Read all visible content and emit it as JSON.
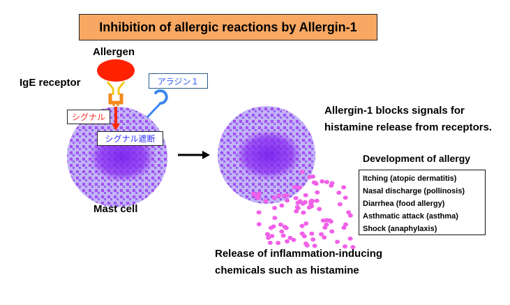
{
  "title": "Inhibition of allergic reactions by Allergin-1",
  "labels": {
    "allergen": "Allergen",
    "ige_receptor": "IgE receptor",
    "allergin_jp": "アラジン１",
    "signal_jp": "シグナル",
    "signal_block_jp": "シグナル遮断",
    "mast_cell": "Mast cell",
    "blocks_line1": "Allergin-1 blocks signals for",
    "blocks_line2": "histamine release from receptors.",
    "development": "Development of allergy",
    "release_line1": "Release of inflammation-inducing",
    "release_line2": "chemicals such as histamine"
  },
  "symptoms": [
    "Itching (atopic dermatitis)",
    "Nasal discharge (pollinosis)",
    "Diarrhea (food allergy)",
    "Asthmatic attack (asthma)",
    "Shock (anaphylaxis)"
  ],
  "colors": {
    "title_bg": "#f8a862",
    "allergen": "#ff2200",
    "receptor_top": "#f5c518",
    "receptor_base": "#f08a1c",
    "signal_arrow": "#ff2a00",
    "allergin": "#3a86f0",
    "signal_text": "#ff2a2a",
    "block_text": "#2a2aff",
    "cell_outer": "#c0a8f5",
    "cell_nucleus": "#7a22ee",
    "granule": "#f060e8"
  }
}
